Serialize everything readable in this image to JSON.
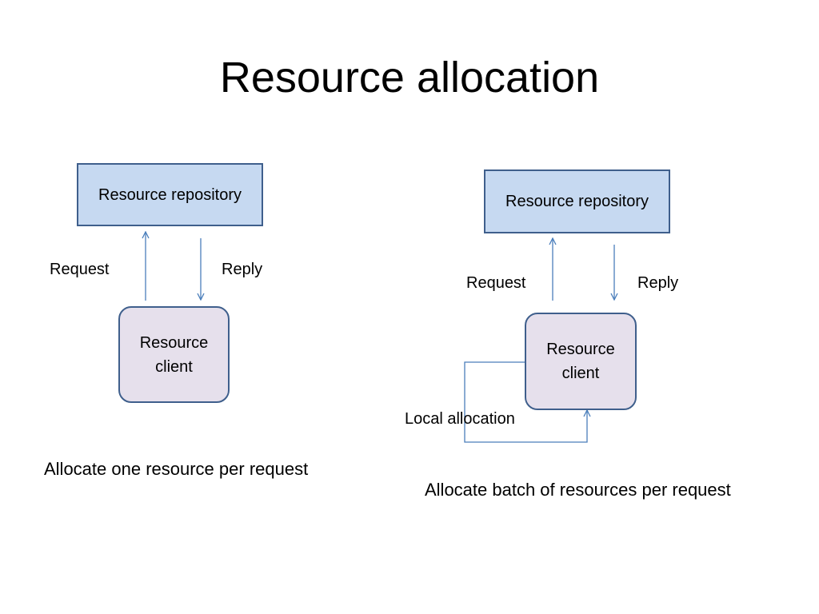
{
  "title": "Resource allocation",
  "left_diagram": {
    "repository_label": "Resource repository",
    "client_label": "Resource client",
    "request_label": "Request",
    "reply_label": "Reply",
    "caption": "Allocate one resource per request"
  },
  "right_diagram": {
    "repository_label": "Resource repository",
    "client_label": "Resource client",
    "request_label": "Request",
    "reply_label": "Reply",
    "local_label": "Local allocation",
    "caption": "Allocate batch of resources per request"
  },
  "colors": {
    "repository_fill": "#c6d9f1",
    "client_fill": "#e6e0ec",
    "box_border": "#3f5f8c",
    "arrow": "#4a7ebb"
  }
}
